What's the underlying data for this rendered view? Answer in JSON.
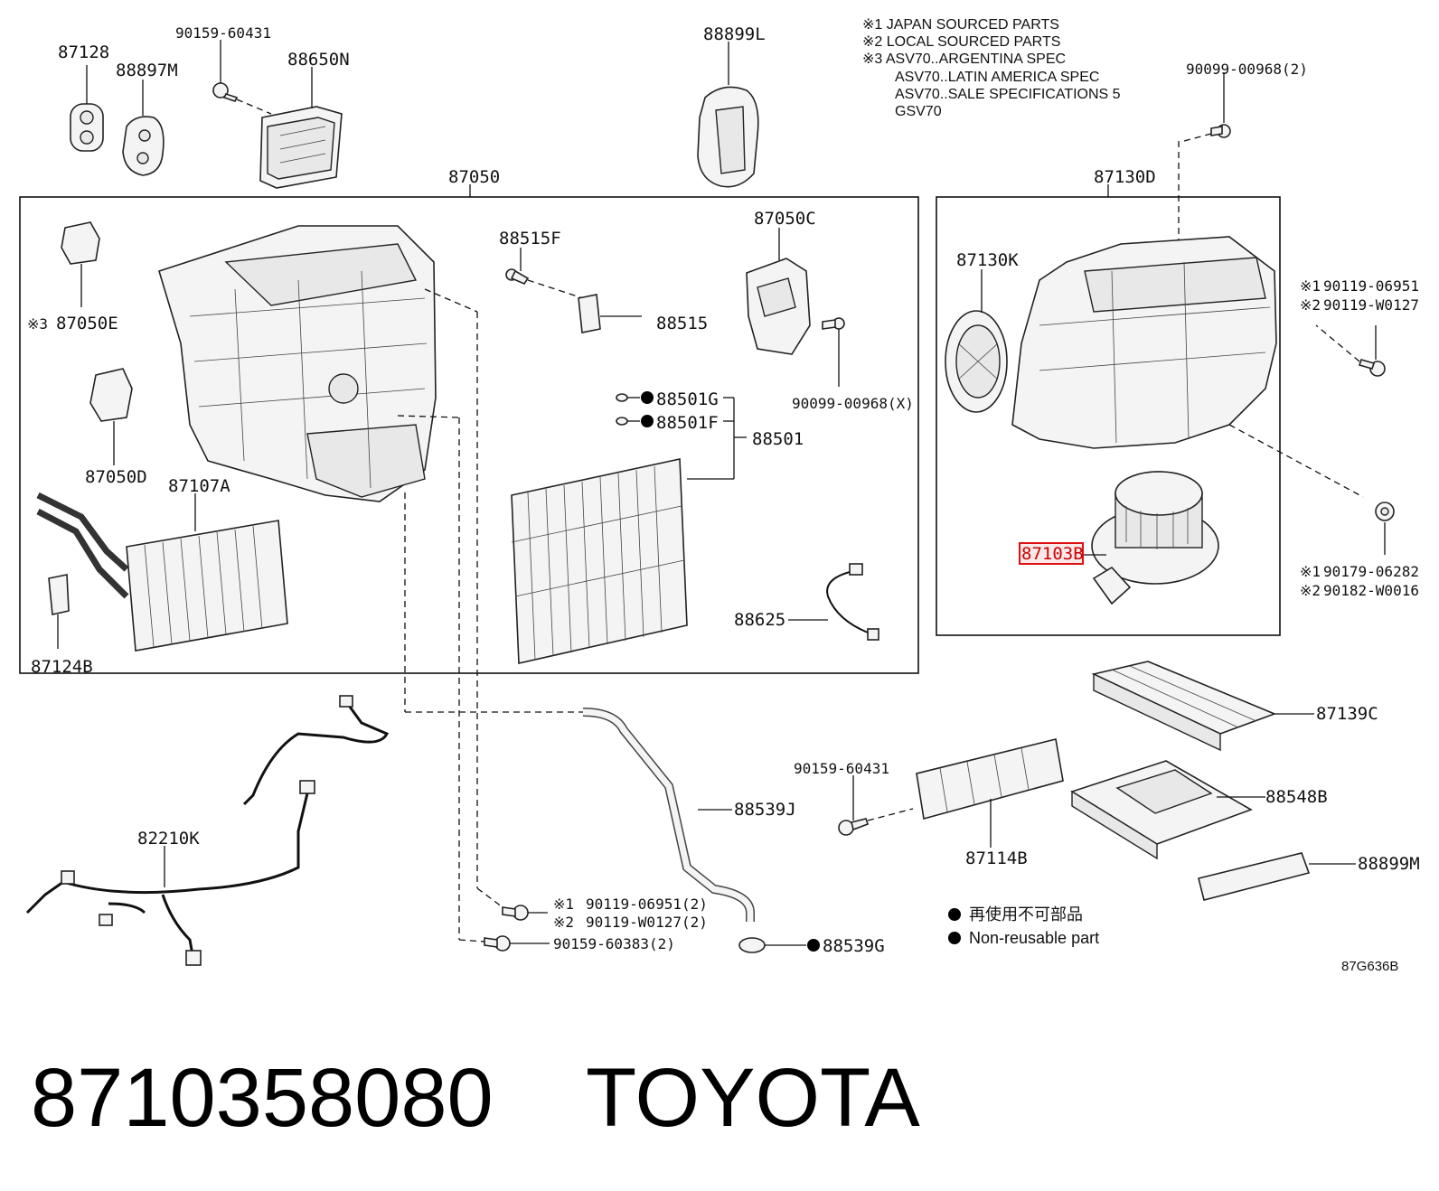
{
  "notes": [
    "※1 JAPAN SOURCED PARTS",
    "※2 LOCAL SOURCED PARTS",
    "※3 ASV70..ARGENTINA SPEC",
    "ASV70..LATIN AMERICA SPEC",
    "ASV70..SALE SPECIFICATIONS 5",
    "GSV70"
  ],
  "labels": {
    "p87128": "87128",
    "p90159_60431_top": "90159-60431",
    "p88897M": "88897M",
    "p88650N": "88650N",
    "p88899L": "88899L",
    "p90099_00968_2": "90099-00968(2)",
    "p87050": "87050",
    "p87130D": "87130D",
    "p88515F": "88515F",
    "p87050C": "87050C",
    "p87050E": "87050E",
    "p87050E_mark": "※3",
    "p88515": "88515",
    "p87130K": "87130K",
    "p90119_06951_r": "90119-06951",
    "p90119_06951_r_mark": "※1",
    "p90119_W0127_r": "90119-W0127",
    "p90119_W0127_r_mark": "※2",
    "p88501G": "88501G",
    "p88501F": "88501F",
    "p88501": "88501",
    "p90099_00968_X": "90099-00968(X)",
    "p87050D": "87050D",
    "p87107A": "87107A",
    "p87103B": "87103B",
    "p90179_06282": "90179-06282",
    "p90179_06282_mark": "※1",
    "p90182_W0016": "90182-W0016",
    "p90182_W0016_mark": "※2",
    "p88625": "88625",
    "p87124B": "87124B",
    "p87139C": "87139C",
    "p90159_60431_mid": "90159-60431",
    "p88548B": "88548B",
    "p88539J": "88539J",
    "p82210K": "82210K",
    "p87114B": "87114B",
    "p88899M": "88899M",
    "p90119_06951_b": "90119-06951(2)",
    "p90119_06951_b_mark": "※1",
    "p90119_W0127_b": "90119-W0127(2)",
    "p90119_W0127_b_mark": "※2",
    "p90159_60383": "90159-60383(2)",
    "p88539G": "88539G"
  },
  "legend": {
    "jp": "再使用不可部品",
    "en": "Non-reusable part"
  },
  "doc_id": "87G636B",
  "footer": {
    "part_number": "8710358080",
    "brand": "TOYOTA"
  },
  "colors": {
    "highlight": "#e01010",
    "ink": "#111111"
  }
}
